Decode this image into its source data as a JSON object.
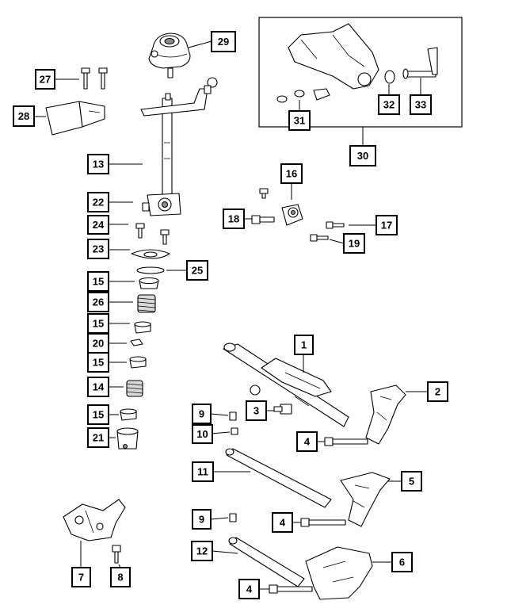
{
  "diagram": {
    "callouts": [
      "1",
      "2",
      "3",
      "4",
      "4",
      "4",
      "5",
      "6",
      "7",
      "8",
      "9",
      "9",
      "10",
      "11",
      "12",
      "13",
      "14",
      "15",
      "15",
      "15",
      "15",
      "16",
      "17",
      "18",
      "19",
      "20",
      "21",
      "22",
      "23",
      "24",
      "25",
      "26",
      "27",
      "28",
      "29",
      "30",
      "31",
      "32",
      "33"
    ]
  }
}
